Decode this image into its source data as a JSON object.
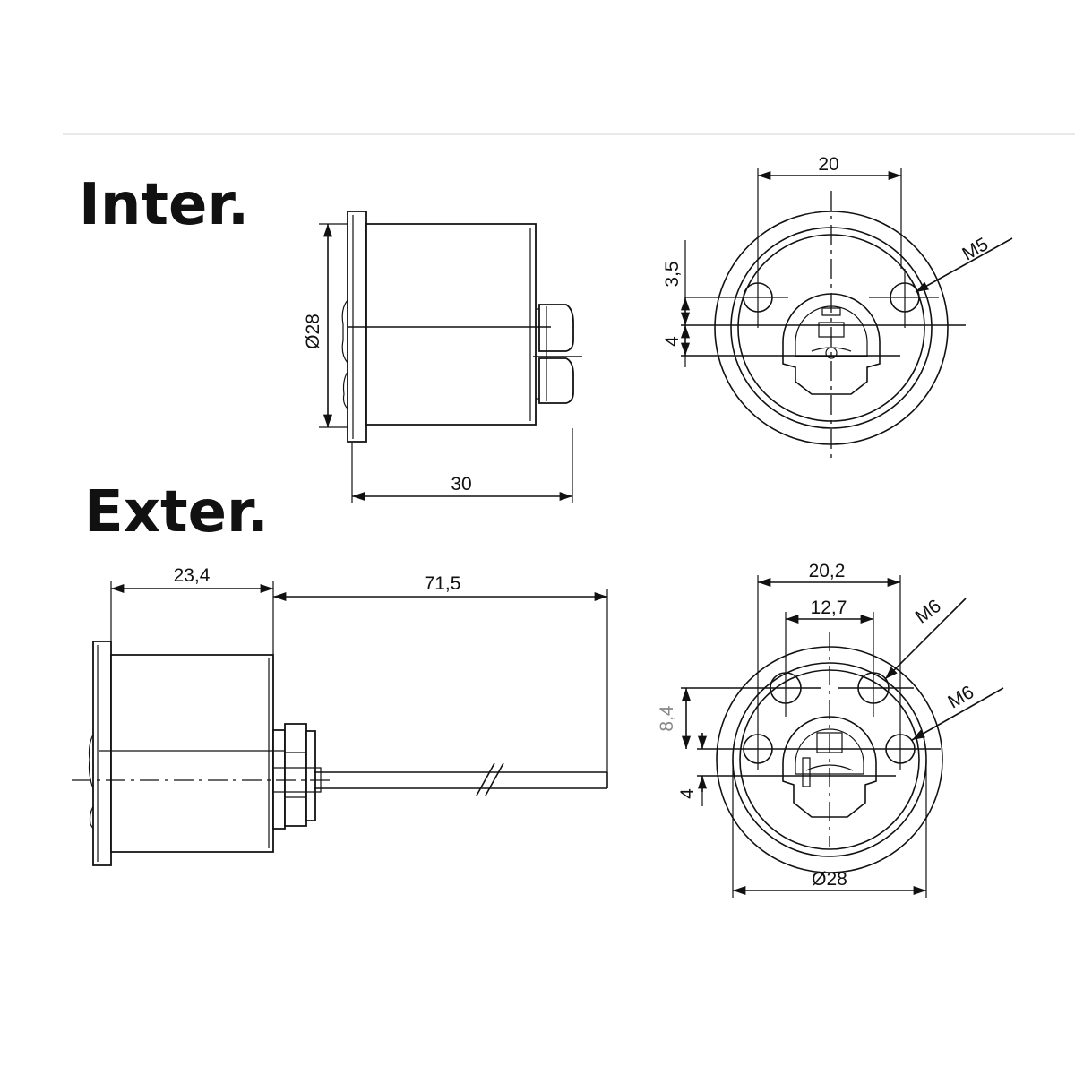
{
  "sections": {
    "inter": {
      "heading": "Inter."
    },
    "exter": {
      "heading": "Exter."
    }
  },
  "dimensions": {
    "inter_side": {
      "diameter": "Ø28",
      "length": "30"
    },
    "inter_front": {
      "width": "20",
      "offset_upper": "3,5",
      "offset_lower": "4",
      "thread": "M5"
    },
    "exter_side": {
      "body_length": "23,4",
      "shaft_length": "71,5"
    },
    "exter_front": {
      "outer_width": "20,2",
      "inner_width": "12,7",
      "thread_upper": "M6",
      "thread_lower": "M6",
      "offset_upper": "8,4",
      "offset_lower": "4",
      "diameter": "Ø28"
    }
  },
  "colors": {
    "line": "#111111",
    "background": "#ffffff",
    "faded_label": "#888888"
  }
}
